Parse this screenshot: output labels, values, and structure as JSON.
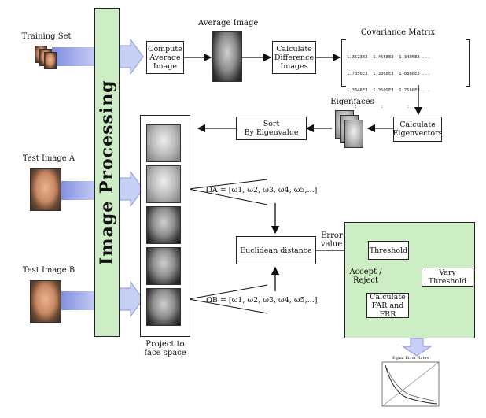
{
  "labels": {
    "training_set": "Training Set",
    "average_image": "Average Image",
    "covariance_matrix": "Covariance Matrix",
    "eigenfaces": "Eigenfaces",
    "test_image_a": "Test Image A",
    "test_image_b": "Test Image B",
    "image_processing": "Image Processing",
    "error_value": "Error\nvalue",
    "accept_reject": "Accept /\nReject",
    "project_to_face_space": "Project to\nface space",
    "plot_title": "Equal Error Rates"
  },
  "boxes": {
    "compute_average": "Compute\nAverage\nImage",
    "calculate_difference": "Calculate\nDifference\nImages",
    "calculate_eigenvectors": "Calculate\nEigenvectors",
    "sort_by_eigenvalue": "Sort\nBy Eigenvalue",
    "euclidean_distance": "Euclidean distance",
    "threshold": "Threshold",
    "vary_threshold": "Vary Threshold",
    "calculate_far_frr": "Calculate\nFAR and FRR"
  },
  "matrix_rows": [
    "1.3523E2  1.4658E3  1.3405E3 ...",
    "1.7856E3  1.3368E3  1.8868E3 ...",
    "1.3346E3  1.3509E3  1.7568E3 ...",
    "   :         :         :"
  ],
  "equations": {
    "omega_a": "ΩA = [ω1, ω2, ω3, ω4, ω5,...]",
    "omega_b": "ΩB = [ω1, ω2, ω3, ω4, ω5,...]"
  },
  "colors": {
    "green_fill": "#cdeec4",
    "arrow_blue": "#9aa6ee",
    "arrow_blue_dark": "#6e7cd8"
  }
}
